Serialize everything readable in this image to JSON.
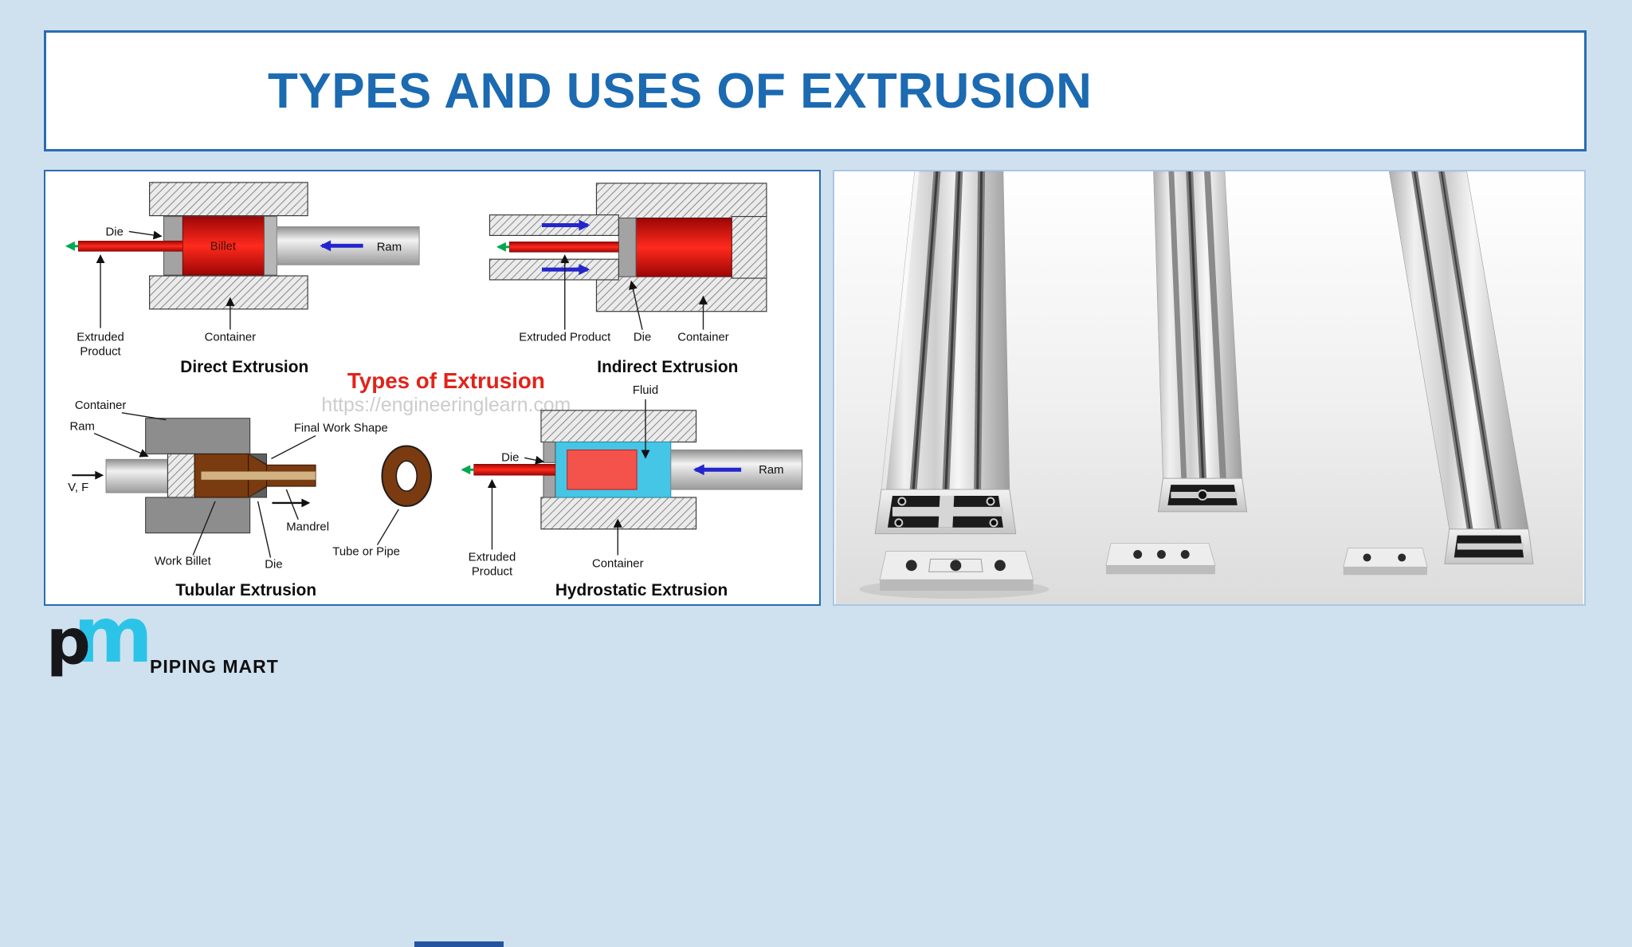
{
  "page": {
    "title": "TYPES AND USES OF EXTRUSION"
  },
  "colors": {
    "background": "#cfe1ee",
    "accent_blue": "#2a6cb4",
    "title_blue": "#1b6ab2",
    "heading_red": "#e2231a",
    "billet_red": "#e01010",
    "fluid_cyan": "#45c6e6",
    "billet_brown": "#7a3b10",
    "arrow_blue": "#2525cc",
    "arrow_green": "#00a84f",
    "logo_cyan": "#2bc4e8"
  },
  "diagram": {
    "heading": "Types of Extrusion",
    "watermark": "https://engineeringlearn.com",
    "direct": {
      "caption": "Direct Extrusion",
      "labels": {
        "die": "Die",
        "billet": "Billet",
        "ram": "Ram",
        "extruded_product_lines": [
          "Extruded",
          "Product"
        ],
        "container": "Container"
      }
    },
    "indirect": {
      "caption": "Indirect Extrusion",
      "labels": {
        "extruded_product": "Extruded Product",
        "die": "Die",
        "container": "Container"
      }
    },
    "tubular": {
      "caption": "Tubular Extrusion",
      "labels": {
        "container": "Container",
        "ram": "Ram",
        "velocity_force": "V, F",
        "final_work_shape": "Final Work Shape",
        "mandrel": "Mandrel",
        "work_billet": "Work Billet",
        "die": "Die",
        "tube_or_pipe": "Tube or Pipe"
      }
    },
    "hydrostatic": {
      "caption": "Hydrostatic Extrusion",
      "labels": {
        "fluid": "Fluid",
        "die": "Die",
        "ram": "Ram",
        "extruded_product_lines": [
          "Extruded",
          "Product"
        ],
        "container": "Container"
      }
    }
  },
  "logo": {
    "mark_p": "p",
    "mark_m": "m",
    "text": "PIPING MART"
  }
}
